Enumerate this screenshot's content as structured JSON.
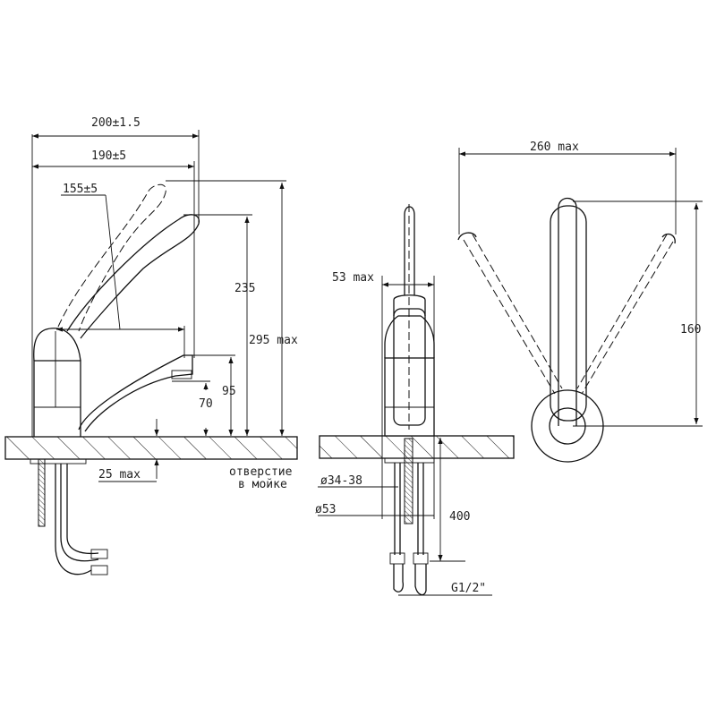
{
  "side_view": {
    "dim_total_width": "200±1.5",
    "dim_spout_reach": "190±5",
    "dim_handle_reach": "155±5",
    "dim_handle_height": "235",
    "dim_max_height": "295 max",
    "dim_spout_height": "95",
    "dim_outlet_height": "70",
    "dim_deck_thickness": "25 max",
    "note_line1": "отверстие",
    "note_line2": "в мойке"
  },
  "front_view": {
    "dim_body_width": "53 max",
    "dim_hole_diameter": "ø34-38",
    "dim_base_diameter": "ø53",
    "dim_hose_length": "400",
    "dim_thread": "G1/2\""
  },
  "top_view": {
    "dim_handle_span": "260 max",
    "dim_depth": "160"
  }
}
